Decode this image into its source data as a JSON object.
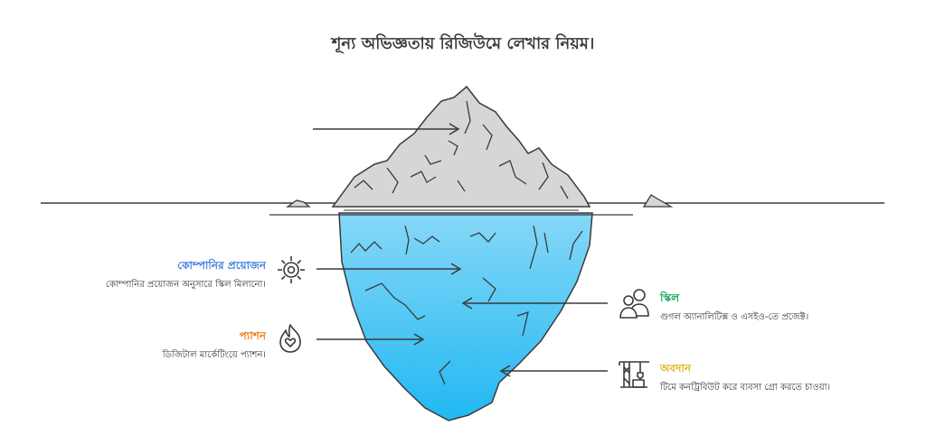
{
  "title": "শূন্য অভিজ্ঞতায় রিজিউমে লেখার নিয়ম।",
  "colors": {
    "company": "#3f7fe0",
    "passion": "#f07d1a",
    "skill": "#1aa35a",
    "contribution": "#e3b51a",
    "ice_top": "#d6d6d6",
    "ice_bottom": "#3bbfee",
    "outline": "#3a3a3a"
  },
  "items": {
    "company": {
      "heading": "কোম্পানির প্রয়োজন",
      "description": "কোম্পানির প্রয়োজন অনুসারে স্কিল মিলানো।",
      "icon": "sun-gear-icon"
    },
    "passion": {
      "heading": "প্যাশন",
      "description": "ডিজিটাল মার্কেটিংয়ে প্যাশন।",
      "icon": "flame-heart-icon"
    },
    "skill": {
      "heading": "স্কিল",
      "description": "গুগল অ্যানালিটিক্স ও এসইও-তে প্রজেক্ট।",
      "icon": "people-icon"
    },
    "contribution": {
      "heading": "অবদান",
      "description": "টিমে কনট্রিবিউট করে ব্যবসা গ্রো করতে চাওয়া।",
      "icon": "crane-icon"
    }
  }
}
